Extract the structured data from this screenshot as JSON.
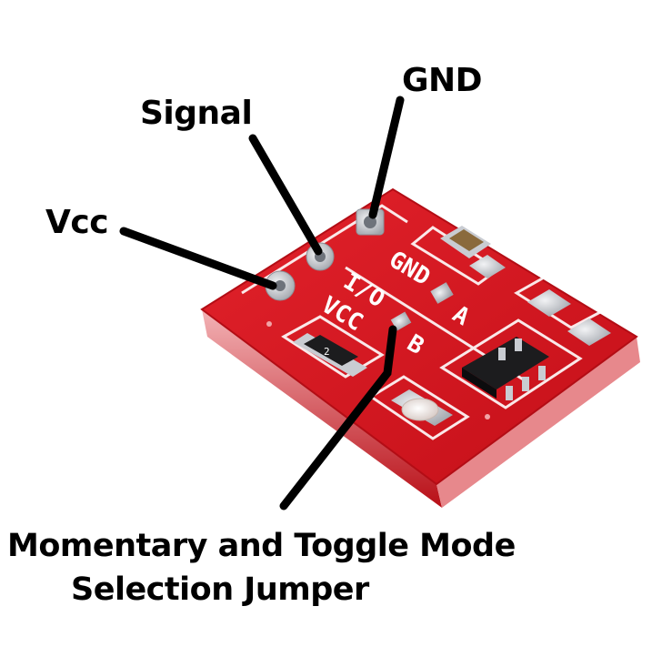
{
  "labels": {
    "gnd": "GND",
    "signal": "Signal",
    "vcc": "Vcc",
    "jumper_line1": "Momentary and Toggle Mode",
    "jumper_line2": "Selection Jumper"
  },
  "silkscreen": {
    "gnd": "GND",
    "io": "I/O",
    "vcc": "VCC",
    "pad_a": "A",
    "pad_b": "B",
    "resistor_code": "2"
  },
  "colors": {
    "pcb_top": "#d8141e",
    "pcb_edge": "#a80c14",
    "pad": "#c9ccd2",
    "silk": "#ffffff",
    "leader": "#000000"
  }
}
